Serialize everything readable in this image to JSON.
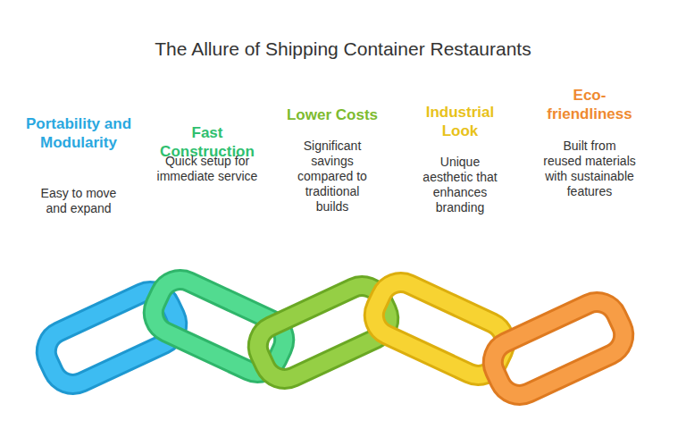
{
  "diagram": {
    "title": "The Allure of Shipping Container Restaurants",
    "nodes": [
      {
        "text": [
          "Portability and Modularity",
          "Easy to move and expand"
        ]
      },
      {
        "text": [
          "Fast Construction",
          "Quick setup for immediate service"
        ]
      },
      {
        "text": [
          "Lower Costs",
          "Significant savings compared to traditional builds"
        ]
      },
      {
        "text": [
          "Industrial Look",
          "Unique aesthetic that enhances branding"
        ]
      },
      {
        "text": [
          "Eco-friendliness",
          "Built from reused materials with sustainable features"
        ]
      }
    ]
  }
}
